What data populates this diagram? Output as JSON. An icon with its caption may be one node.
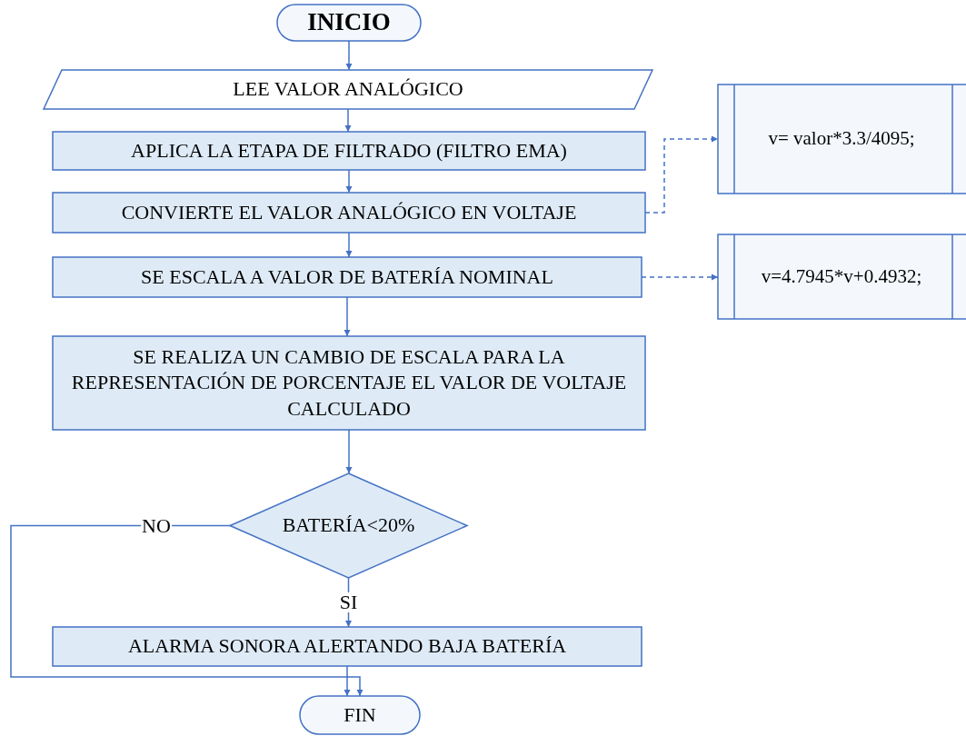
{
  "diagram": {
    "nodes": [
      {
        "text": [
          "INICIO"
        ]
      },
      {
        "text": [
          "LEE VALOR ANALÓGICO"
        ]
      },
      {
        "text": [
          "APLICA LA ETAPA DE FILTRADO (FILTRO EMA)"
        ]
      },
      {
        "text": [
          "v= valor*3.3/4095;"
        ]
      },
      {
        "text": [
          "CONVIERTE EL VALOR ANALÓGICO EN VOLTAJE"
        ]
      },
      {
        "text": [
          "SE ESCALA A VALOR DE BATERÍA NOMINAL"
        ]
      },
      {
        "text": [
          "v=4.7945*v+0.4932;"
        ]
      },
      {
        "text": [
          "SE REALIZA UN CAMBIO DE ESCALA PARA LA REPRESENTACIÓN DE PORCENTAJE EL VALOR DE VOLTAJE CALCULADO"
        ]
      },
      {
        "text": [
          "BATERÍA<20%"
        ]
      },
      {
        "text": [
          "ALARMA SONORA ALERTANDO BAJA BATERÍA"
        ]
      },
      {
        "text": [
          "FIN"
        ]
      }
    ],
    "edges": [
      {
        "from": 0,
        "to": 1,
        "arrow": "to"
      },
      {
        "from": 1,
        "to": 2,
        "arrow": "to"
      },
      {
        "from": 2,
        "to": 4,
        "arrow": "to"
      },
      {
        "from": 4,
        "to": 3,
        "arrow": "to",
        "style": "dashed"
      },
      {
        "from": 4,
        "to": 5,
        "arrow": "to"
      },
      {
        "from": 5,
        "to": 6,
        "arrow": "to",
        "style": "dashed"
      },
      {
        "from": 5,
        "to": 7,
        "arrow": "to"
      },
      {
        "from": 7,
        "to": 8,
        "arrow": "to"
      },
      {
        "from": 8,
        "to": 9,
        "arrow": "to",
        "label": "SI"
      },
      {
        "from": 9,
        "to": 10,
        "arrow": "to"
      },
      {
        "from": 8,
        "to": 10,
        "arrow": "to",
        "label": "NO"
      }
    ]
  }
}
